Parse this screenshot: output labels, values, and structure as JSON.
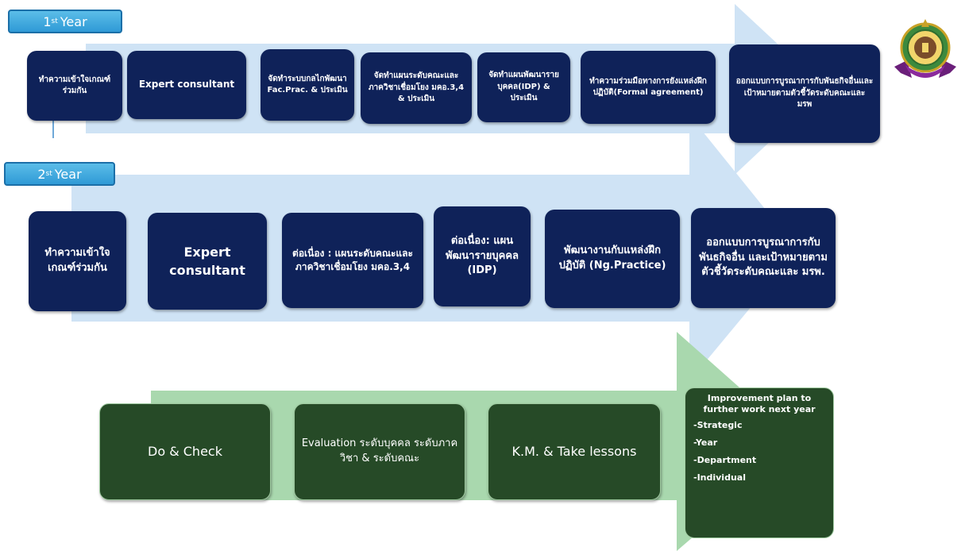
{
  "year1": {
    "tag_num": "1",
    "tag_sup": "st",
    "tag_word": "Year",
    "steps": [
      "ทำความเข้าใจเกณฑ์ร่วมกัน",
      "Expert consultant",
      "จัดทำระบบกลไกพัฒนา Fac.Prac. & ประเมิน",
      "จัดทำแผนระดับคณะและภาควิชาเชื่อมโยง มคอ.3,4 & ประเมิน",
      "จัดทำแผนพัฒนารายบุคคล(IDP) & ประเมิน",
      "ทำความร่วมมือทางการยังแหล่งฝึกปฏิบัติ(Formal agreement)",
      "ออกแบบการบูรณาการกับพันธกิจอื่นและเป้าหมายตามตัวชี้วัดระดับคณะและ มรพ"
    ]
  },
  "year2": {
    "tag_num": "2",
    "tag_sup": "st",
    "tag_word": "Year",
    "steps": [
      "ทำความเข้าใจเกณฑ์ร่วมกัน",
      "Expert consultant",
      "ต่อเนื่อง : แผนระดับคณะและภาควิชาเชื่อมโยง มคอ.3,4",
      "ต่อเนื่อง: แผนพัฒนารายบุคคล (IDP)",
      "พัฒนางานกับแหล่งฝึกปฏิบัติ (Ng.Practice)",
      "ออกแบบการบูรณาการกับพันธกิจอื่น และเป้าหมายตามตัวชี้วัดระดับคณะและ มรพ."
    ]
  },
  "cycle": {
    "steps": [
      "Do & Check",
      "Evaluation ระดับบุคคล ระดับภาควิชา & ระดับคณะ",
      "K.M. & Take lessons"
    ],
    "improvement": {
      "title": "Improvement plan to further work next year",
      "items": [
        "-Strategic",
        "-Year",
        "-Department",
        "-Individual"
      ]
    }
  },
  "colors": {
    "arrow_blue": "#cfe3f5",
    "arrow_green": "#a9d8ae",
    "box_navy": "#0f2259",
    "box_green": "#264a27",
    "tag_blue": "#2f9ad6"
  },
  "icons": {
    "logo": "university-seal-icon"
  }
}
